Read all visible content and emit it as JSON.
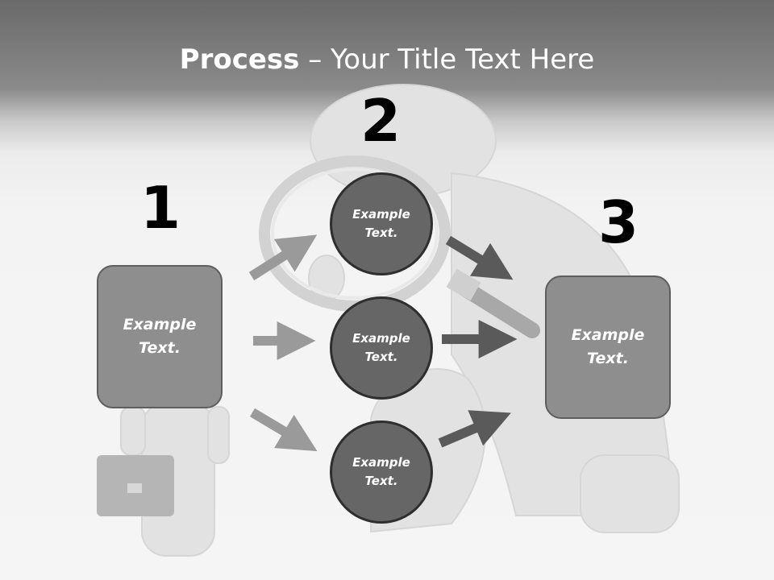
{
  "slide": {
    "title_bold": "Process",
    "title_sep": " – ",
    "title_rest": "Your Title Text Here"
  },
  "steps": [
    {
      "number": "1",
      "box_text": "Example Text."
    },
    {
      "number": "2",
      "circles": [
        "Example Text.",
        "Example Text.",
        "Example Text."
      ]
    },
    {
      "number": "3",
      "box_text": "Example Text."
    }
  ],
  "colors": {
    "box_fill": "#8e8e8e",
    "circle_fill": "#666666",
    "arrow_light": "#9a9a9a",
    "arrow_dark": "#5a5a5a"
  }
}
